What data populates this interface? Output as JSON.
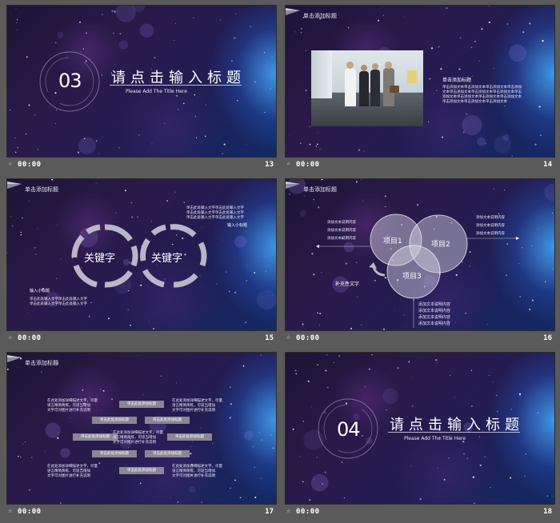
{
  "slides": [
    {
      "num": "13",
      "time": "00:00",
      "big_num": "03",
      "title": "请点击输入标题",
      "subtitle": "Please  Add The Title Here"
    },
    {
      "num": "14",
      "time": "00:00",
      "header": "单击添加标题",
      "photo_title": "单击添加标题",
      "lines": [
        "单击添加文本单击添加文本单击添加文本单击添加",
        "文本单击添加文本单击添加文本单击添加文本单击",
        "添加文本单击添加文本单击添加文本单击添加文本",
        "单击添加文本单击添加文本单击添加文本"
      ]
    },
    {
      "num": "15",
      "time": "00:00",
      "header": "单击添加标题",
      "kw1": "关键字",
      "kw2": "关键字",
      "tr_lines": [
        "单击此处输入文字单击此处输入文字",
        "单击此处输入文字单击此处输入文字",
        "单击此处输入文字单击此处输入文字"
      ],
      "tr_title": "输入小标题",
      "bl_title": "输入小标题",
      "bl_lines": [
        "单击此处输入文字单击此处输入文字",
        "单击此处输入文字单击此处输入文字"
      ]
    },
    {
      "num": "16",
      "time": "00:00",
      "header": "单击添加标题",
      "c1": "项目1",
      "c2": "项目2",
      "c3": "项目3",
      "left": [
        "添加文本说明内容",
        "添加文本说明内容",
        "添加文本说明内容"
      ],
      "right": [
        "添加文本说明内容",
        "添加文本说明内容",
        "添加文本说明内容"
      ],
      "extra": "补充性文字",
      "bottom": [
        "添加文本说明内容",
        "添加文本说明内容",
        "添加文本说明内容",
        "添加文本说明内容"
      ]
    },
    {
      "num": "17",
      "time": "00:00",
      "header": "单击添加标题",
      "box": "单击此处添加标题",
      "txt_a": [
        "在此处添加详细描述文字，尽量",
        "语言精简简练，可适当增加",
        "文字可对图片进行补充说明"
      ],
      "txt_b": [
        "在此处添加详细描述文字，尽量",
        "语言精简简练，可适当增加",
        "文字可对图片进行补充说明"
      ]
    },
    {
      "num": "18",
      "time": "00:00",
      "big_num": "04",
      "title": "请点击输入标题",
      "subtitle": "Please  Add The Title Here"
    }
  ]
}
